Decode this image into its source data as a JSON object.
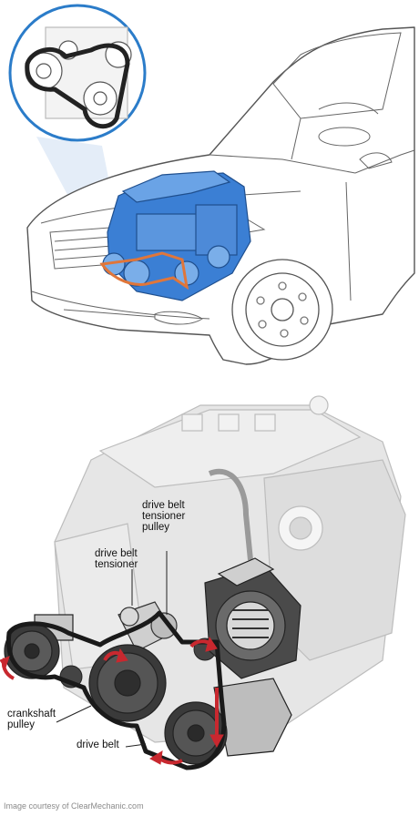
{
  "labels": {
    "tensioner_pulley": "drive belt\ntensioner\npulley",
    "tensioner": "drive belt\ntensioner",
    "crankshaft_pulley": "crankshaft\npulley",
    "drive_belt": "drive belt"
  },
  "credit": "Image courtesy of ClearMechanic.com",
  "colors": {
    "engine_highlight": "#3b7fd4",
    "belt_highlight": "#e0763a",
    "rotation_arrow": "#c8282f",
    "line_art": "#444444"
  }
}
